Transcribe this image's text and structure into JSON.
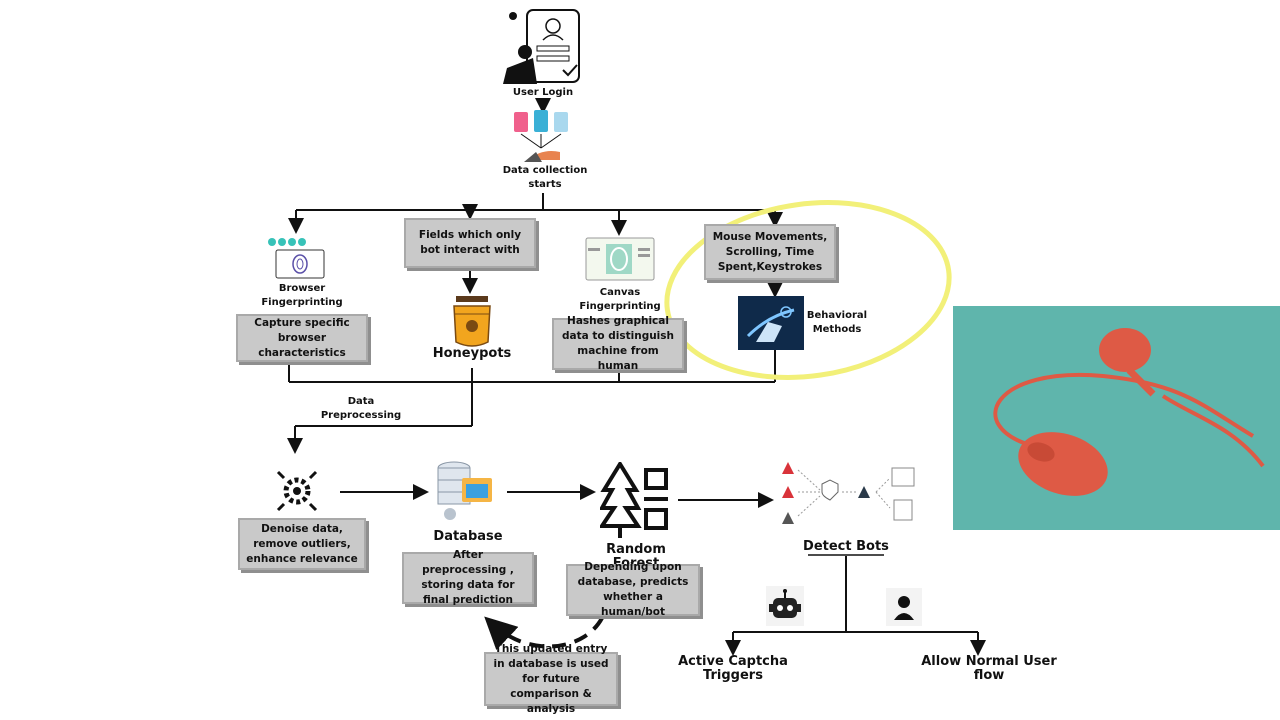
{
  "nodes": {
    "user_login": "User Login",
    "data_collection": "Data collection starts",
    "browser_fp": "Browser Fingerprinting",
    "browser_fp_desc": "Capture specific browser characteristics",
    "fields_bot": "Fields which only bot interact with",
    "honeypots": "Honeypots",
    "canvas_fp": "Canvas Fingerprinting",
    "canvas_desc": "Hashes graphical data to distinguish machine from human",
    "mouse_desc": "Mouse Movements, Scrolling, Time Spent,Keystrokes",
    "behavioral": "Behavioral Methods",
    "preprocessing": "Data Preprocessing",
    "denoise_desc": "Denoise data, remove outliers, enhance relevance",
    "database": "Database",
    "database_desc": "After preprocessing , storing data for final prediction",
    "random_forest": "Random Forest",
    "rf_desc": "Depending upon database, predicts whether a human/bot",
    "feedback_desc": "This updated entry in database is used for future comparison & analysis",
    "detect_bots": "Detect Bots",
    "captcha": "Active Captcha Triggers",
    "allow_flow": "Allow Normal User flow"
  },
  "colors": {
    "highlight": "#f2f079",
    "box_fill": "#c9c9c9",
    "photo_bg": "#5fb5ac",
    "mouse_red": "#de5a45"
  },
  "icons": [
    "user-login-illustration-icon",
    "documents-hand-icon",
    "fingerprint-browser-icon",
    "honey-jar-icon",
    "canvas-fingerprint-icon",
    "hand-tech-icon",
    "preprocessing-gear-icon",
    "database-icon",
    "random-forest-icon",
    "bot-detection-flow-icon",
    "robot-icon",
    "person-icon"
  ]
}
